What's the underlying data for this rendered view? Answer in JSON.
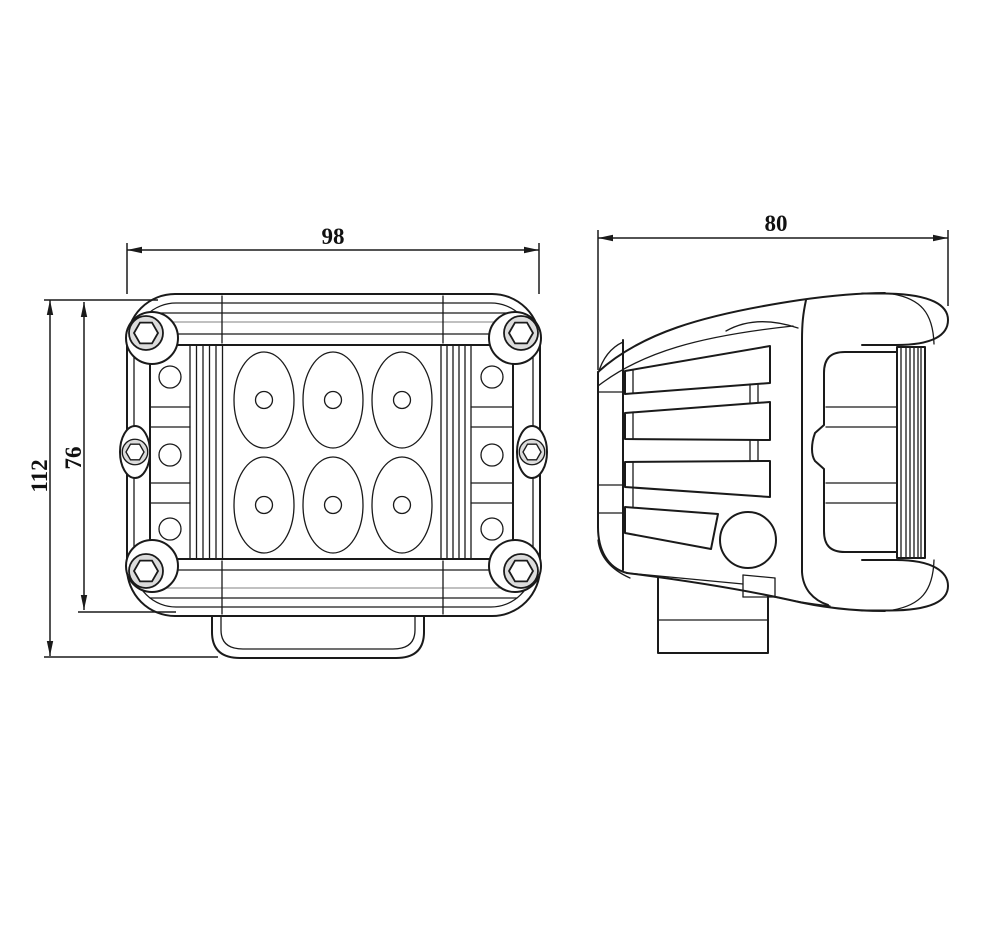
{
  "drawing": {
    "background": "#ffffff",
    "line_color": "#1a1a1a",
    "views": {
      "front": {
        "label": "front-view",
        "dim_width": "98",
        "dim_overall_height": "112",
        "dim_inner_height": "76",
        "led_count": 6,
        "led_rows": 2,
        "led_columns": 3,
        "bolt_count": 6,
        "side_screw_count_per_side": 3
      },
      "side": {
        "label": "side-view",
        "dim_depth": "80",
        "fin_count": 4
      }
    }
  }
}
